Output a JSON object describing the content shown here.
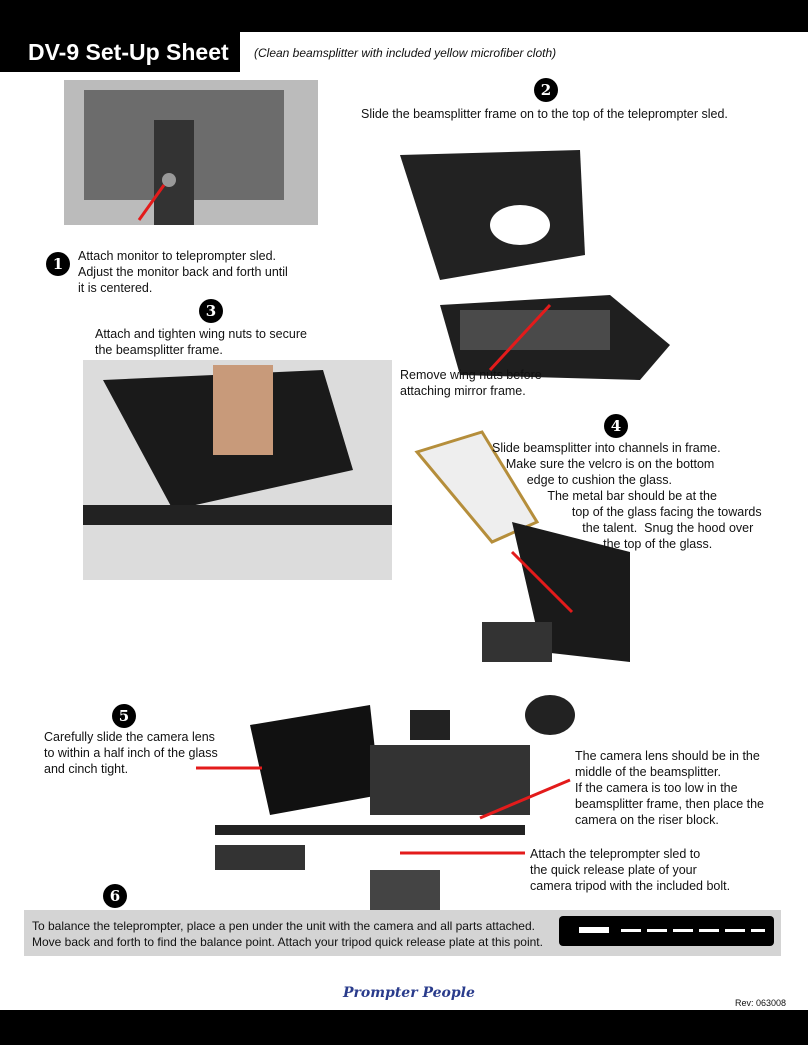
{
  "header": {
    "title": "DV-9 Set-Up Sheet",
    "subtitle": "(Clean beamsplitter with included yellow microfiber cloth)"
  },
  "steps": [
    {
      "number": "1",
      "text": "Attach monitor to teleprompter sled.\nAdjust the monitor back and forth until\nit is centered."
    },
    {
      "number": "2",
      "text": "Slide the beamsplitter frame on to the top of the teleprompter sled."
    },
    {
      "number": "3",
      "text": "Attach and tighten wing nuts to secure\nthe beamsplitter frame."
    },
    {
      "number": "4",
      "text": "Slide beamsplitter into channels in frame.\n    Make sure the velcro is on the bottom\n          edge to cushion the glass.\n                The metal bar should be at the\n                       top of the glass facing the towards\n                          the talent.  Snug the hood over\n                                the top of the glass."
    },
    {
      "number": "5",
      "text": "Carefully slide the camera lens\nto within a half inch of the glass\nand cinch tight."
    },
    {
      "number": "6",
      "text": "To balance the teleprompter, place a pen under the unit with the camera and all parts attached.\nMove back and forth to find the balance point. Attach your tripod quick release plate at this point."
    }
  ],
  "notes": {
    "wing_nuts": "Remove wing nuts before\nattaching mirror frame.",
    "camera_lens": "The camera lens should be in the\nmiddle of the beamsplitter.\nIf the camera is too low in the\nbeamsplitter frame, then place the\ncamera on the riser block.",
    "sled_attach": "Attach the teleprompter sled to\nthe quick release plate of your\ncamera tripod with the included bolt."
  },
  "footer": {
    "logo": "Prompter People",
    "revision": "Rev: 063008"
  },
  "colors": {
    "arrow": "#e31b1b",
    "logo": "#2a3c8c"
  }
}
